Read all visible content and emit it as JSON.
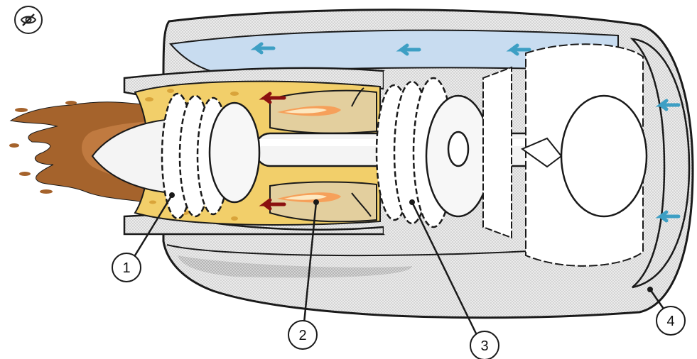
{
  "toolbar": {
    "hide_labels_icon": "eye-off-icon"
  },
  "diagram": {
    "callouts": [
      {
        "id": "1",
        "label": "1"
      },
      {
        "id": "2",
        "label": "2"
      },
      {
        "id": "3",
        "label": "3"
      },
      {
        "id": "4",
        "label": "4"
      }
    ]
  },
  "colors": {
    "cold_air": "#c8dcf0",
    "flow_arrow_cold": "#3d9fc4",
    "flow_arrow_hot": "#8b1010",
    "hot_gas": "#f2cf6a",
    "exhaust": "#a5632c",
    "casing": "#e6e6e6",
    "outline": "#1a1a1a"
  }
}
